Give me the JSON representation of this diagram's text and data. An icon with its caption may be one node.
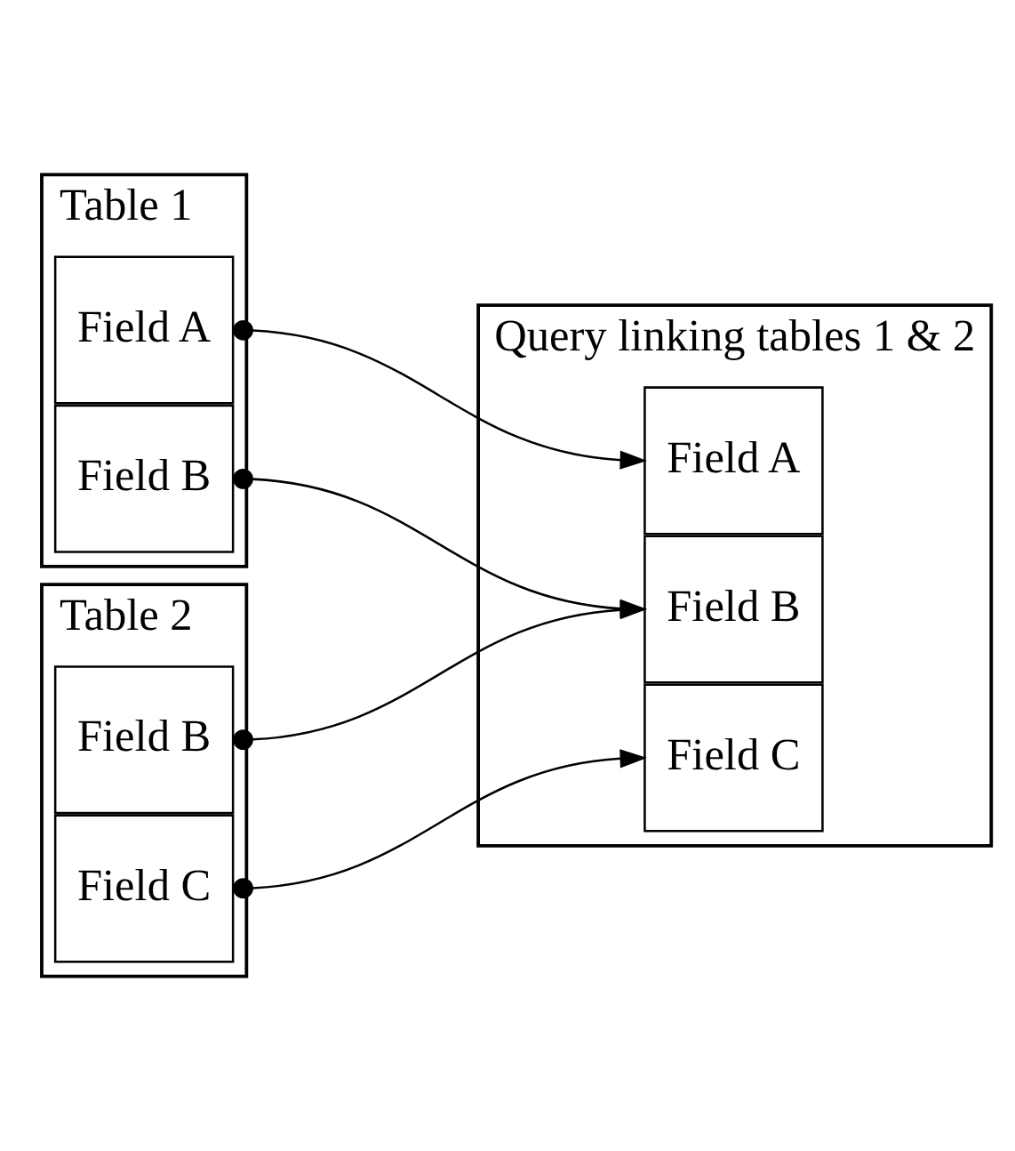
{
  "diagram": {
    "nodes": [
      {
        "text": [
          "Table 1"
        ]
      },
      {
        "text": [
          "Field A"
        ],
        "in": 0
      },
      {
        "text": [
          "Field B"
        ],
        "in": 0
      },
      {
        "text": [
          "Table 2"
        ]
      },
      {
        "text": [
          "Field B"
        ],
        "in": 3
      },
      {
        "text": [
          "Field C"
        ],
        "in": 3
      },
      {
        "text": [
          "Query linking tables 1 & 2"
        ]
      },
      {
        "text": [
          "Field A"
        ],
        "in": 6
      },
      {
        "text": [
          "Field B"
        ],
        "in": 6
      },
      {
        "text": [
          "Field C"
        ],
        "in": 6
      }
    ],
    "edges": [
      {
        "from": 1,
        "to": 7,
        "arrow": "to"
      },
      {
        "from": 2,
        "to": 8,
        "arrow": "to"
      },
      {
        "from": 4,
        "to": 8,
        "arrow": "to"
      },
      {
        "from": 5,
        "to": 9,
        "arrow": "to"
      }
    ]
  }
}
